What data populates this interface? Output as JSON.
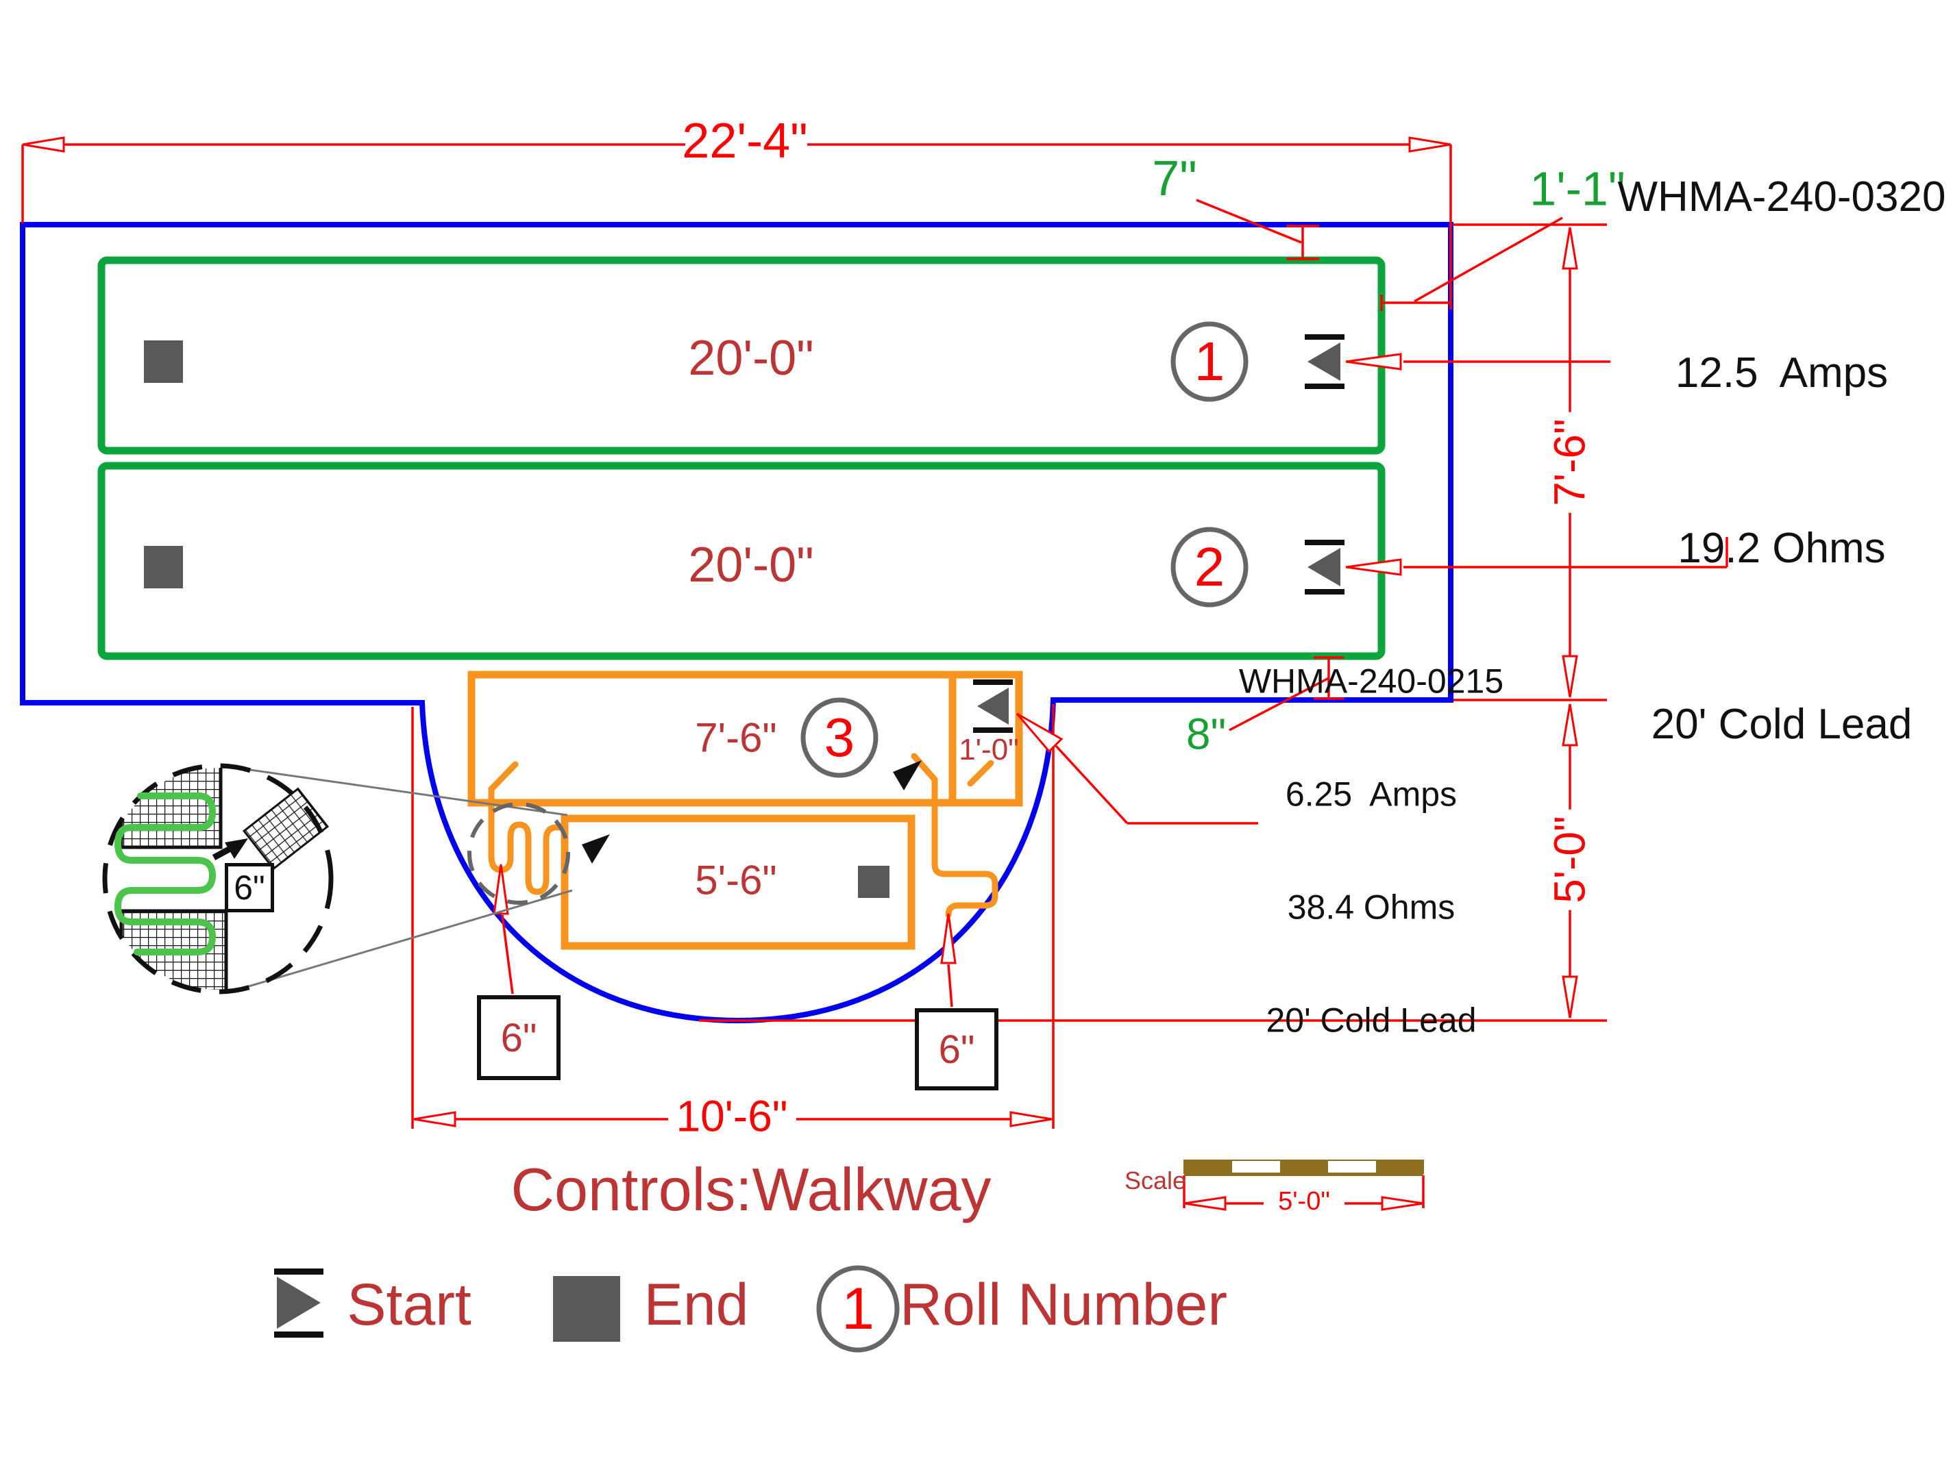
{
  "title": "Controls:Walkway",
  "dimensions": {
    "overall_width": "22'-4\"",
    "top_gap": "7\"",
    "right_gap": "1'-1\"",
    "bottom_gap": "8\"",
    "right_upper_height": "7'-6\"",
    "right_lower_height": "5'-0\"",
    "bulge_width": "10'-6\"",
    "cold_lead_section": "1'-0\"",
    "spacing_detail": "6\"",
    "spacing_left": "6\"",
    "spacing_right": "6\""
  },
  "mats": {
    "mat1_length": "20'-0\"",
    "mat2_length": "20'-0\"",
    "mat3_upper_length": "7'-6\"",
    "mat3_lower_length": "5'-6\""
  },
  "rolls": {
    "roll1": "1",
    "roll2": "2",
    "roll3": "3"
  },
  "product_large": {
    "model": "WHMA-240-0320",
    "amps": "12.5  Amps",
    "ohms": "19.2 Ohms",
    "cold_lead": "20' Cold Lead"
  },
  "product_small": {
    "model": "WHMA-240-0215",
    "amps": "6.25  Amps",
    "ohms": "38.4 Ohms",
    "cold_lead": "20' Cold Lead"
  },
  "legend": {
    "start_label": "Start",
    "end_label": "End",
    "roll_label": "Roll Number",
    "roll_digit": "1"
  },
  "scale_bar": {
    "label": "Scale",
    "length": "5'-0\""
  },
  "colors": {
    "walkway_outline": "#0000f0",
    "mat_large": "#0ca43c",
    "mat_small": "#f79420",
    "dimension_red": "#ff0000",
    "label_crimson": "#bd3434",
    "note_green": "#18a035",
    "marker_gray": "#595959",
    "scale_brown": "#8e6f1f"
  }
}
